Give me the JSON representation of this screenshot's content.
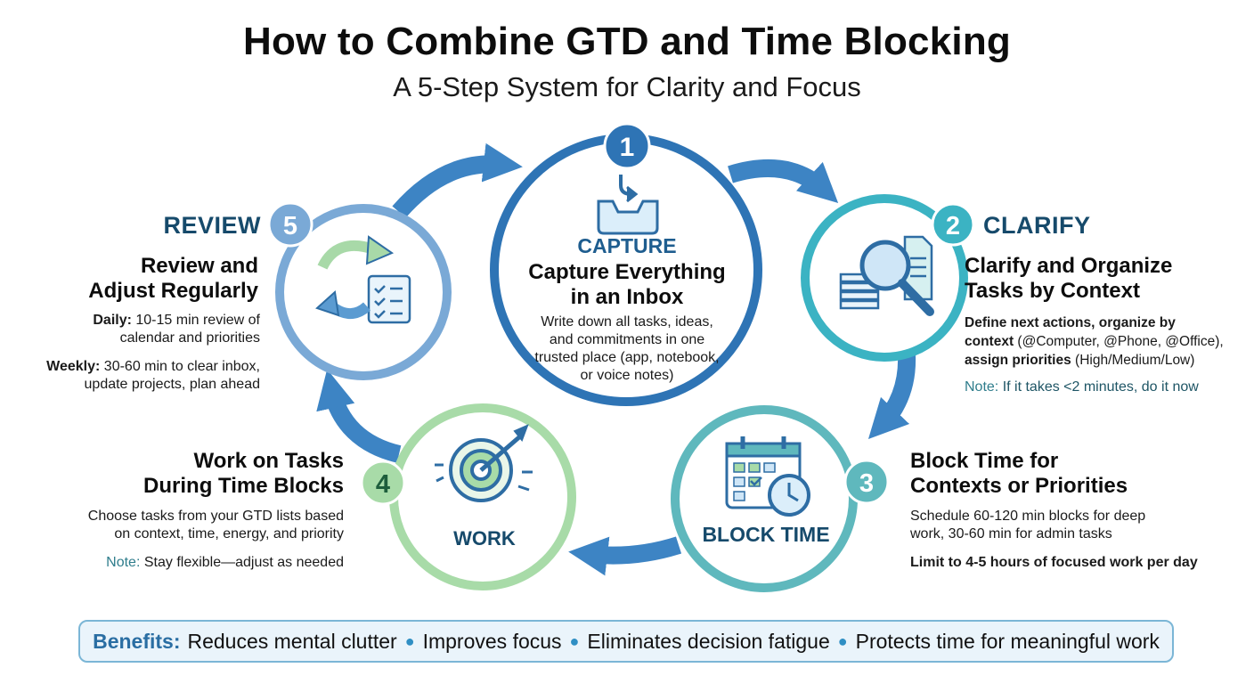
{
  "header": {
    "title": "How to Combine GTD and Time Blocking",
    "subtitle": "A 5-Step System for Clarity and Focus"
  },
  "colors": {
    "capture": "#2e74b5",
    "clarify": "#3bb3c3",
    "block_time": "#5fb8bd",
    "work": "#a8dba8",
    "review": "#7aa9d6",
    "arrow": "#3d84c4",
    "note": "#2f7d8c"
  },
  "steps": [
    {
      "number": "1",
      "label": "CAPTURE",
      "icon": "inbox-tray-icon",
      "heading_lines": [
        "Capture Everything",
        "in an Inbox"
      ],
      "body_lines": [
        "Write down all tasks, ideas,",
        "and commitments in one",
        "trusted place (app, notebook,",
        "or voice notes)"
      ]
    },
    {
      "number": "2",
      "label": "CLARIFY",
      "icon": "magnifier-documents-icon",
      "heading_lines": [
        "Clarify and Organize",
        "Tasks by Context"
      ],
      "body": {
        "line1": "Define next actions, organize by",
        "line2_bold": "context",
        "line2_rest": " (@Computer, @Phone, @Office),",
        "line3_bold": "assign priorities",
        "line3_rest": " (High/Medium/Low)"
      },
      "note_label": "Note:",
      "note_text": " If it takes <2 minutes, do it now"
    },
    {
      "number": "3",
      "label": "BLOCK TIME",
      "icon": "calendar-clock-icon",
      "heading_lines": [
        "Block Time for",
        "Contexts or Priorities"
      ],
      "body_lines": [
        "Schedule 60-120 min blocks for deep",
        "work, 30-60 min for admin tasks"
      ],
      "emphasis": "Limit to 4-5 hours of focused work per day"
    },
    {
      "number": "4",
      "label": "WORK",
      "icon": "target-arrow-icon",
      "heading_lines": [
        "Work on Tasks",
        "During Time Blocks"
      ],
      "body_lines": [
        "Choose tasks from your GTD lists based",
        "on context, time, energy, and priority"
      ],
      "note_label": "Note:",
      "note_text": " Stay flexible—adjust as needed"
    },
    {
      "number": "5",
      "label": "REVIEW",
      "icon": "refresh-checklist-icon",
      "heading_lines": [
        "Review and",
        "Adjust Regularly"
      ],
      "daily_label": "Daily:",
      "daily_text_lines": [
        " 10-15 min review of",
        "calendar and priorities"
      ],
      "weekly_label": "Weekly:",
      "weekly_text_lines": [
        " 30-60 min to clear inbox,",
        "update projects, plan ahead"
      ]
    }
  ],
  "benefits": {
    "label": "Benefits:",
    "items": [
      "Reduces mental clutter",
      "Improves focus",
      "Eliminates decision fatigue",
      "Protects time for meaningful work"
    ]
  }
}
